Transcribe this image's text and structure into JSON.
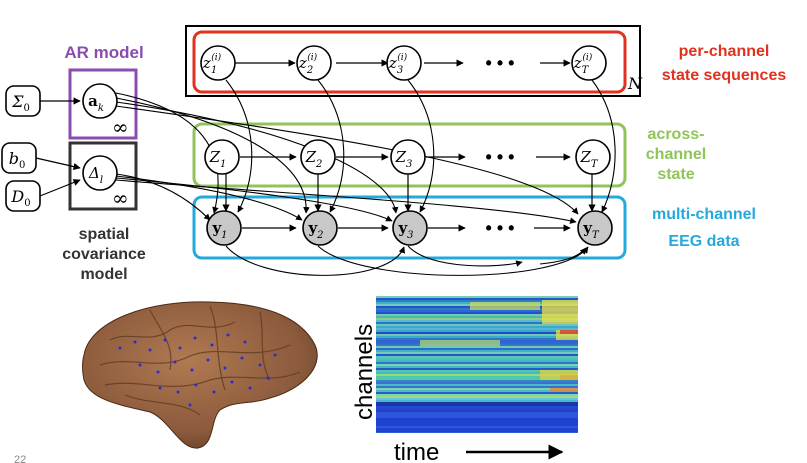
{
  "labels": {
    "ar_model": "AR model",
    "spatial_cov": [
      "spatial",
      "covariance",
      "model"
    ],
    "per_channel": [
      "per-channel",
      "state sequences"
    ],
    "across_channel": [
      "across-",
      "channel",
      "state"
    ],
    "multi_channel": [
      "multi-channel",
      "EEG data"
    ],
    "channels_axis": "channels",
    "time_axis": "time",
    "plate_N": "N",
    "plate_inf": "∞",
    "ellipsis": "• • •",
    "slide_number": "22"
  },
  "priors": {
    "sigma0": [
      "Σ",
      "0"
    ],
    "b0": [
      "b",
      "0"
    ],
    "D0": [
      "D",
      "0"
    ]
  },
  "params": {
    "a_k": [
      "a",
      "k"
    ],
    "delta_l": [
      "Δ",
      "l"
    ]
  },
  "nodes": {
    "z_per": [
      [
        "z",
        "1",
        "(i)"
      ],
      [
        "z",
        "2",
        "(i)"
      ],
      [
        "z",
        "3",
        "(i)"
      ],
      [
        "z",
        "T",
        "(i)"
      ]
    ],
    "Z": [
      [
        "Z",
        "1"
      ],
      [
        "Z",
        "2"
      ],
      [
        "Z",
        "3"
      ],
      [
        "Z",
        "T"
      ]
    ],
    "y": [
      [
        "y",
        "1"
      ],
      [
        "y",
        "2"
      ],
      [
        "y",
        "3"
      ],
      [
        "y",
        "T"
      ]
    ]
  },
  "colors": {
    "red": "#e0321e",
    "green": "#8fc45a",
    "cyan": "#24a9dc",
    "purple": "#8a4cb0",
    "brain": "#8b5a3c",
    "observed_fill": "#c8c8c8"
  },
  "icons": [
    "brain-image",
    "eeg-heatmap"
  ]
}
